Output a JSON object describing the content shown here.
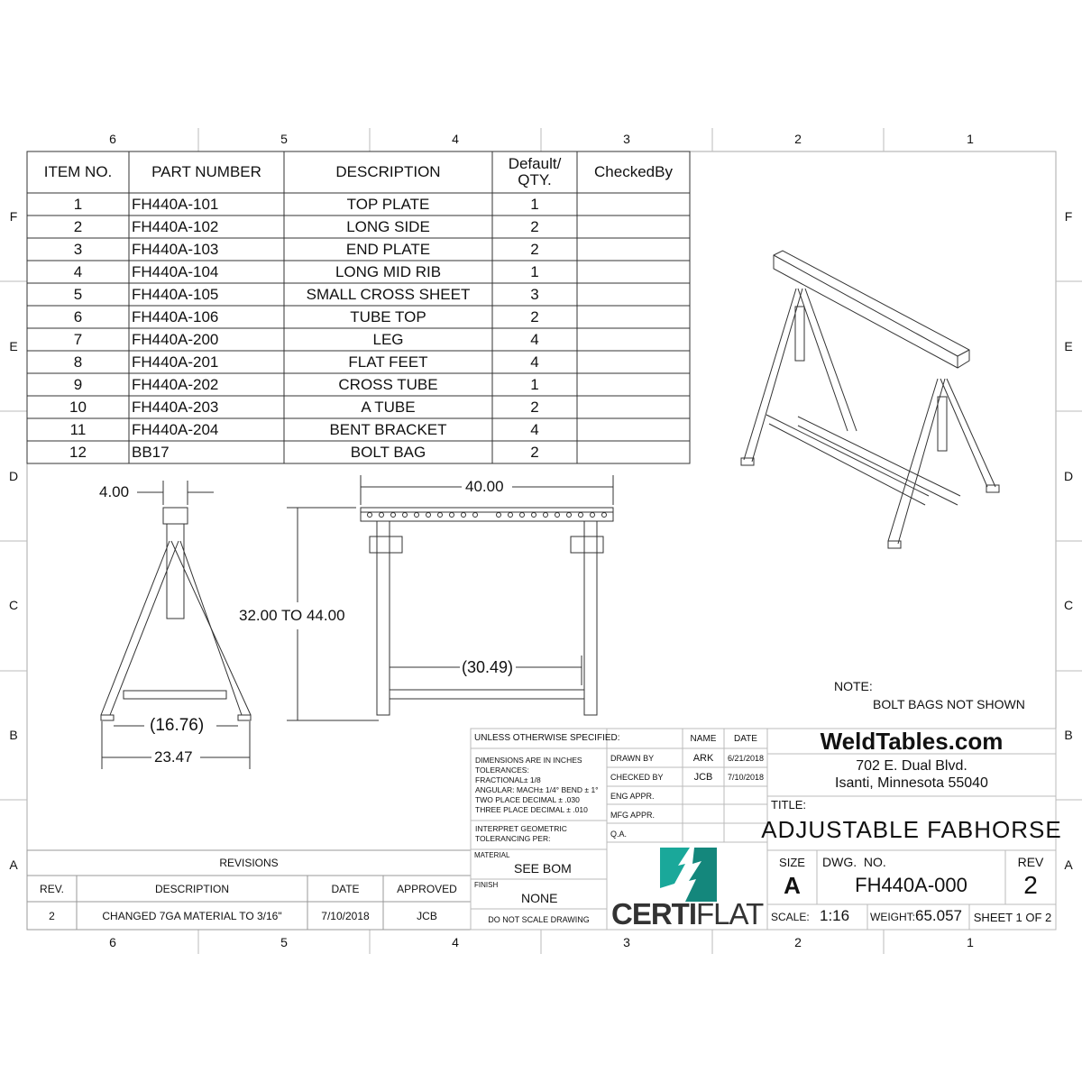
{
  "zones": {
    "columns": [
      "6",
      "5",
      "4",
      "3",
      "2",
      "1"
    ],
    "rows": [
      "F",
      "E",
      "D",
      "C",
      "B",
      "A"
    ]
  },
  "bom": {
    "headers": [
      "ITEM NO.",
      "PART NUMBER",
      "DESCRIPTION",
      "Default/ QTY.",
      "CheckedBy"
    ],
    "rows": [
      {
        "item": "1",
        "part": "FH440A-101",
        "desc": "TOP PLATE",
        "qty": "1"
      },
      {
        "item": "2",
        "part": "FH440A-102",
        "desc": "LONG SIDE",
        "qty": "2"
      },
      {
        "item": "3",
        "part": "FH440A-103",
        "desc": "END PLATE",
        "qty": "2"
      },
      {
        "item": "4",
        "part": "FH440A-104",
        "desc": "LONG MID RIB",
        "qty": "1"
      },
      {
        "item": "5",
        "part": "FH440A-105",
        "desc": "SMALL CROSS SHEET",
        "qty": "3"
      },
      {
        "item": "6",
        "part": "FH440A-106",
        "desc": "TUBE TOP",
        "qty": "2"
      },
      {
        "item": "7",
        "part": "FH440A-200",
        "desc": "LEG",
        "qty": "4"
      },
      {
        "item": "8",
        "part": "FH440A-201",
        "desc": "FLAT FEET",
        "qty": "4"
      },
      {
        "item": "9",
        "part": "FH440A-202",
        "desc": "CROSS TUBE",
        "qty": "1"
      },
      {
        "item": "10",
        "part": "FH440A-203",
        "desc": "A TUBE",
        "qty": "2"
      },
      {
        "item": "11",
        "part": "FH440A-204",
        "desc": "BENT BRACKET",
        "qty": "4"
      },
      {
        "item": "12",
        "part": "BB17",
        "desc": "BOLT BAG",
        "qty": "2"
      }
    ]
  },
  "dimensions": {
    "top_width": "4.00",
    "base_inner": "(16.76)",
    "base_outer": "23.47",
    "height": "32.00 TO 44.00",
    "length": "40.00",
    "inner_length": "(30.49)"
  },
  "note": {
    "label": "NOTE:",
    "text": "BOLT BAGS NOT SHOWN"
  },
  "revisions": {
    "title": "REVISIONS",
    "headers": [
      "REV.",
      "DESCRIPTION",
      "DATE",
      "APPROVED"
    ],
    "rows": [
      {
        "rev": "2",
        "desc": "CHANGED 7GA MATERIAL TO 3/16\"",
        "date": "7/10/2018",
        "approved": "JCB"
      }
    ]
  },
  "tolerances": {
    "heading": "UNLESS OTHERWISE SPECIFIED:",
    "lines": [
      "DIMENSIONS ARE IN INCHES",
      "TOLERANCES:",
      "FRACTIONAL± 1/8",
      "ANGULAR: MACH± 1/4° BEND ± 1°",
      "TWO PLACE DECIMAL    ± .030",
      "THREE PLACE DECIMAL  ± .010"
    ],
    "interpret": "INTERPRET GEOMETRIC TOLERANCING PER:",
    "material_label": "MATERIAL",
    "material": "SEE BOM",
    "finish_label": "FINISH",
    "finish": "NONE",
    "do_not_scale": "DO NOT SCALE DRAWING"
  },
  "approvals": {
    "headers": [
      "NAME",
      "DATE"
    ],
    "rows": [
      {
        "label": "DRAWN BY",
        "name": "ARK",
        "date": "6/21/2018"
      },
      {
        "label": "CHECKED BY",
        "name": "JCB",
        "date": "7/10/2018"
      },
      {
        "label": "ENG APPR.",
        "name": "",
        "date": ""
      },
      {
        "label": "MFG APPR.",
        "name": "",
        "date": ""
      },
      {
        "label": "Q.A.",
        "name": "",
        "date": ""
      }
    ]
  },
  "logo": {
    "text_bold": "CERTI",
    "text_light": "FLAT",
    "colors": [
      "#1aa89a",
      "#14877c"
    ]
  },
  "title_block": {
    "company": "WeldTables.com",
    "address1": "702 E. Dual Blvd.",
    "address2": "Isanti, Minnesota 55040",
    "title_label": "TITLE:",
    "title": "ADJUSTABLE FABHORSE",
    "size_label": "SIZE",
    "size": "A",
    "dwg_label": "DWG.  NO.",
    "dwg_no": "FH440A-000",
    "rev_label": "REV",
    "rev": "2",
    "scale_label": "SCALE:",
    "scale": "1:16",
    "weight_label": "WEIGHT:",
    "weight": "65.057",
    "sheet": "SHEET 1 OF 2"
  }
}
